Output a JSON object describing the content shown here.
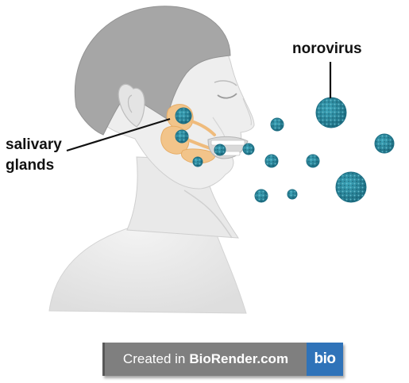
{
  "labels": {
    "norovirus": "norovirus",
    "salivary_line1": "salivary",
    "salivary_line2": "glands"
  },
  "watermark": {
    "prefix": "Created in",
    "brand": "BioRender.com",
    "logo": "bio"
  },
  "colors": {
    "virus_fill": "#2f8da3",
    "virus_dark": "#1e6f84",
    "gland_fill": "#f2c48a",
    "skin_fill": "#eeeeee",
    "hair_fill": "#a6a6a6",
    "logo_blue": "#2f73b9"
  }
}
